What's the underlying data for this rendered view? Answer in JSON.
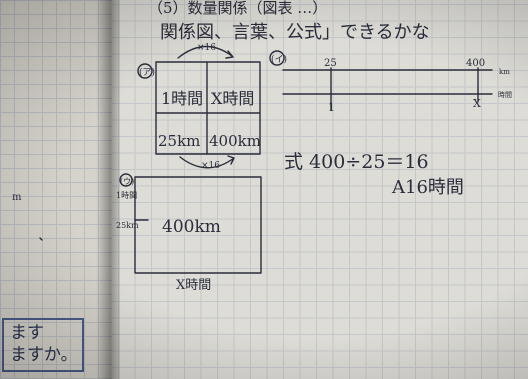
{
  "heading_line1": "（5）数量関係（図表 …）",
  "heading_line2": "関係図、言葉、公式」できるかな",
  "box_diagram": {
    "label": "(ア)",
    "top_left": "1時間",
    "top_right": "X時間",
    "bottom_left": "25km",
    "bottom_right": "400km",
    "top_arrow": "×16",
    "bottom_arrow": "×16"
  },
  "number_line": {
    "label": "(イ)",
    "top_values": [
      "25",
      "400"
    ],
    "top_unit": "km",
    "bottom_values": [
      "1",
      "X"
    ],
    "bottom_unit": "時間"
  },
  "rect_diagram": {
    "label": "(ウ)",
    "left_label_1": "1時間",
    "left_label_2": "25km",
    "center": "400km",
    "bottom": "X時間"
  },
  "equation": "式 400÷25＝16",
  "answer": "A16時間",
  "left_page_text": [
    "ます",
    "ますか。"
  ],
  "left_page_marks": [
    "m"
  ]
}
